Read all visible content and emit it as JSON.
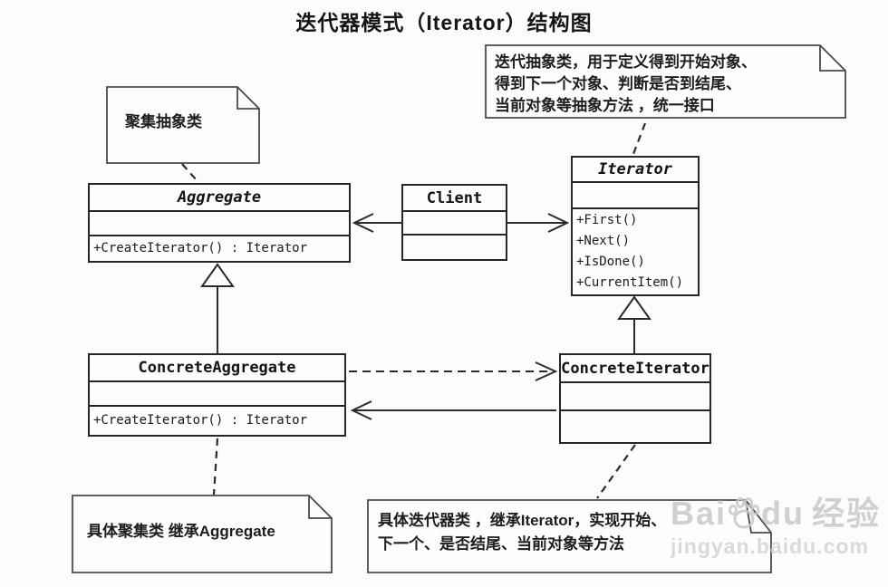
{
  "title": "迭代器模式（Iterator）结构图",
  "classes": {
    "aggregate": {
      "name": "Aggregate",
      "stereotype": "abstract",
      "methods": [
        "+CreateIterator() : Iterator"
      ]
    },
    "client": {
      "name": "Client"
    },
    "iterator": {
      "name": "Iterator",
      "stereotype": "abstract",
      "methods": [
        "+First()",
        "+Next()",
        "+IsDone()",
        "+CurrentItem()"
      ]
    },
    "concrete_aggregate": {
      "name": "ConcreteAggregate",
      "methods": [
        "+CreateIterator() : Iterator"
      ]
    },
    "concrete_iterator": {
      "name": "ConcreteIterator"
    }
  },
  "notes": {
    "aggregate_note": {
      "lines": [
        "聚集抽象类"
      ]
    },
    "iterator_note": {
      "lines": [
        "迭代抽象类，用于定义得到开始对象、",
        "得到下一个对象、判断是否到结尾、",
        "当前对象等抽象方法 ，统一接口"
      ]
    },
    "concrete_aggregate_note": {
      "lines": [
        "具体聚集类 继承Aggregate"
      ]
    },
    "concrete_iterator_note": {
      "lines": [
        "具体迭代器类 ，继承Iterator，实现开始、",
        "下一个、是否结尾、当前对象等方法"
      ]
    }
  },
  "relationships": [
    {
      "from": "Client",
      "to": "Aggregate",
      "type": "association"
    },
    {
      "from": "Client",
      "to": "Iterator",
      "type": "association"
    },
    {
      "from": "ConcreteAggregate",
      "to": "Aggregate",
      "type": "generalization"
    },
    {
      "from": "ConcreteIterator",
      "to": "Iterator",
      "type": "generalization"
    },
    {
      "from": "ConcreteAggregate",
      "to": "ConcreteIterator",
      "type": "dependency"
    },
    {
      "from": "ConcreteIterator",
      "to": "ConcreteAggregate",
      "type": "association"
    }
  ],
  "watermark": {
    "brand_prefix": "Bai",
    "brand_suffix": "du",
    "tagline": "经验",
    "url": "jingyan.baidu.com"
  },
  "colors": {
    "line": "#2b2b2b",
    "note_line": "#4a4a4a",
    "background": "#fcfcfb",
    "watermark": "#c7cac7"
  }
}
